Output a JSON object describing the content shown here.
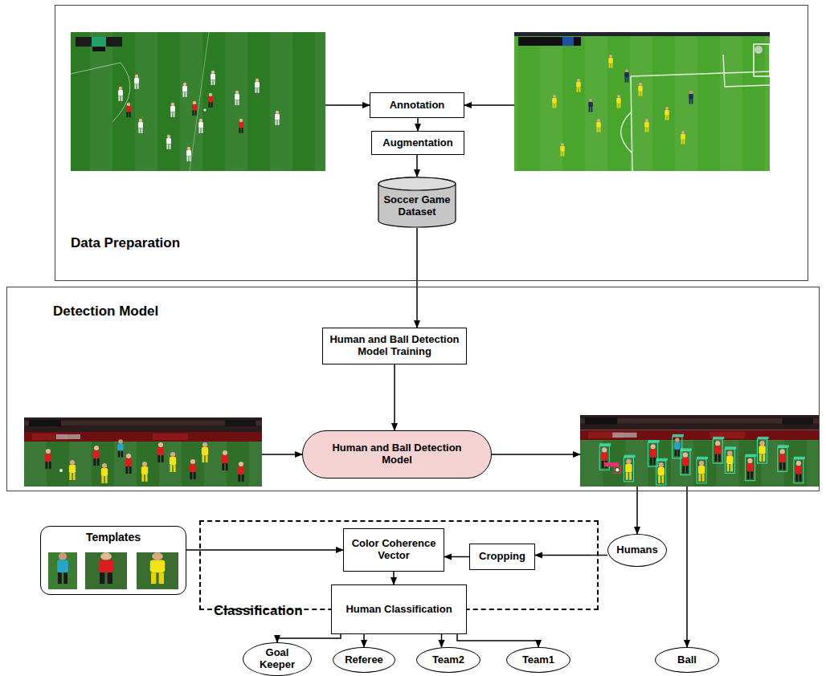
{
  "diagram": {
    "nodes": [
      {
        "text": [
          "Data Preparation"
        ]
      },
      {
        "text": [
          "Annotation"
        ],
        "in": 0
      },
      {
        "text": [
          "Augmentation"
        ],
        "in": 0
      },
      {
        "text": [
          "Soccer Game Dataset"
        ],
        "in": 0
      },
      {
        "text": [
          "Detection Model"
        ]
      },
      {
        "text": [
          "Human and Ball Detection Model Training"
        ],
        "in": 4
      },
      {
        "text": [
          "Human and Ball Detection Model"
        ],
        "in": 4
      },
      {
        "text": [
          "Templates"
        ]
      },
      {
        "text": [
          "Classification"
        ]
      },
      {
        "text": [
          "Color Coherence Vector"
        ],
        "in": 8
      },
      {
        "text": [
          "Cropping"
        ],
        "in": 8
      },
      {
        "text": [
          "Humans"
        ]
      },
      {
        "text": [
          "Human Classification"
        ],
        "in": 8
      },
      {
        "text": [
          "Goal Keeper"
        ]
      },
      {
        "text": [
          "Referee"
        ]
      },
      {
        "text": [
          "Team2"
        ]
      },
      {
        "text": [
          "Team1"
        ]
      },
      {
        "text": [
          "Ball"
        ]
      }
    ],
    "edges": [
      {
        "from": 1,
        "to": 2,
        "arrow": "to"
      },
      {
        "from": 2,
        "to": 3,
        "arrow": "to"
      },
      {
        "from": 3,
        "to": 5,
        "arrow": "to"
      },
      {
        "from": 5,
        "to": 6,
        "arrow": "to"
      },
      {
        "from": 7,
        "to": 9,
        "arrow": "to"
      },
      {
        "from": 11,
        "to": 10,
        "arrow": "to"
      },
      {
        "from": 10,
        "to": 9,
        "arrow": "to"
      },
      {
        "from": 9,
        "to": 12,
        "arrow": "to"
      },
      {
        "from": 12,
        "to": 13,
        "arrow": "to"
      },
      {
        "from": 12,
        "to": 14,
        "arrow": "to"
      },
      {
        "from": 12,
        "to": 15,
        "arrow": "to"
      },
      {
        "from": 12,
        "to": 16,
        "arrow": "to"
      }
    ]
  }
}
